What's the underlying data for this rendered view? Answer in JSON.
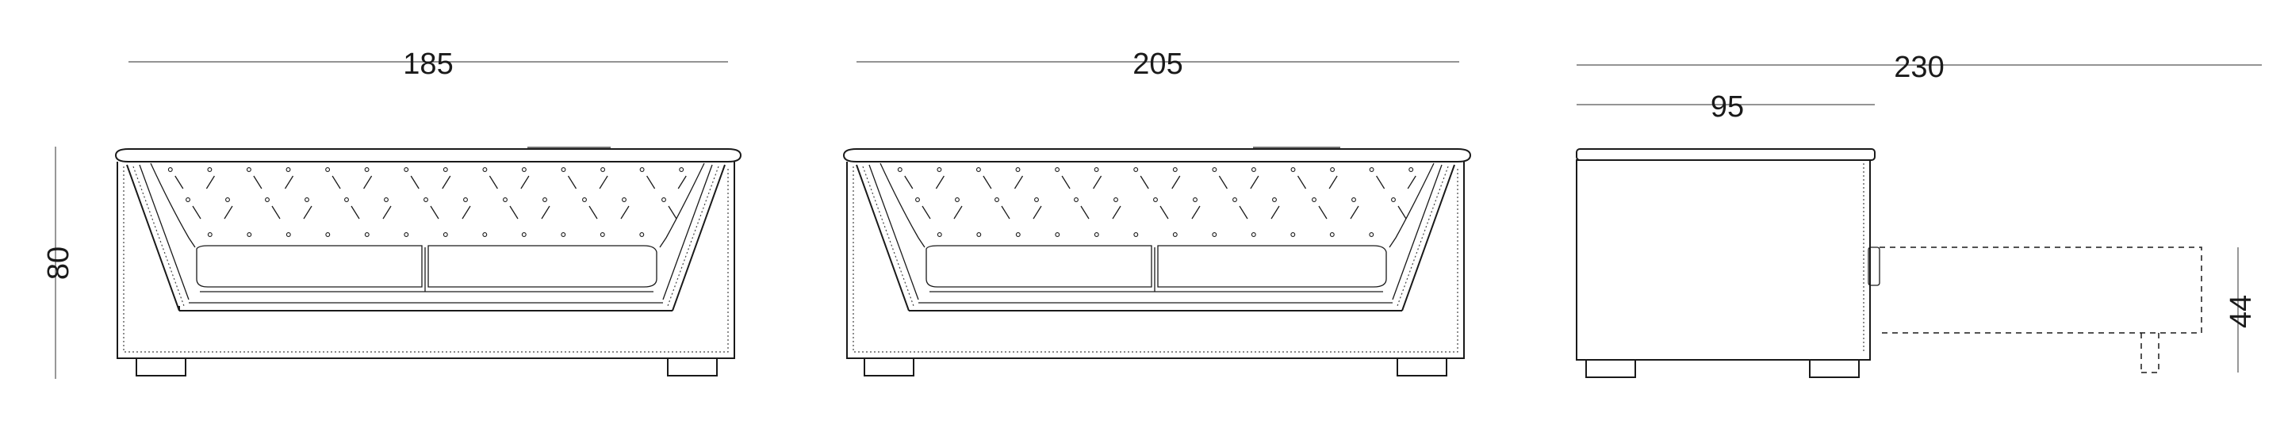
{
  "dimensions": {
    "front_small_width": "185",
    "front_large_width": "205",
    "side_depth": "230",
    "side_seat_depth": "95",
    "height": "80",
    "seat_height": "44"
  },
  "colors": {
    "line": "#1a1a1a",
    "dimension_line": "#555555",
    "background": "#ffffff"
  }
}
